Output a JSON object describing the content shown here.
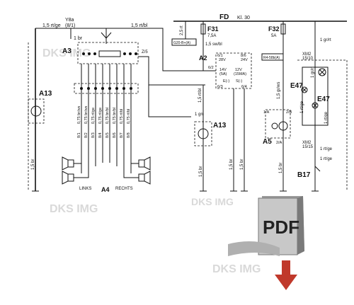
{
  "header": {
    "fuse_box": "FD",
    "kl": "Kl. 30"
  },
  "fuses": [
    {
      "id": "F31",
      "rating": "7,5A",
      "ref": "G20-B+(A)"
    },
    {
      "id": "F32",
      "rating": "5A",
      "ref": "R4-58b(A)"
    }
  ],
  "components": {
    "a3": "A3",
    "a13_left": "A13",
    "a13_mid": "A13",
    "a2": "A2",
    "a4": "A4",
    "a5": "A5",
    "e47_top": "E47",
    "e47_bot": "E47",
    "b17": "B17",
    "a3_pins": [
      "Y8a",
      "(8/1)",
      "Z/5"
    ]
  },
  "a2_pins": {
    "p1": "6/1",
    "p2": "8/6",
    "p3": "6/2",
    "p4": "6/3",
    "p5": "6/4",
    "v1": "14V",
    "v2": "(5A)",
    "v3": "12V",
    "v4": "(15MA)",
    "s1": "E(-)",
    "s2": "S(-)",
    "v5": "28V",
    "v6": "24V"
  },
  "a5_pins": {
    "p1": "1/A",
    "p2": "2/B",
    "p3": "2/A"
  },
  "wires": {
    "w1": "1,5 rt/ge",
    "w2": "1,5 rt/bl",
    "w3": "1 br",
    "w4": "2,5 rt",
    "w5": "1,5 sw/bl",
    "w6": "1 gn",
    "w7": "1,5 rt/bl",
    "w8": "1,5 br",
    "w9": "1,5 br",
    "w10": "1,5 br",
    "w11": "1,5 br",
    "w12": "1,5 gr/ws",
    "w13": "1 gr/rt",
    "w14": "1 gr/rt",
    "w15": "1 rt/ge",
    "w16": "1 rt/ge",
    "w17": "1 rt/ge",
    "w18": "1 rt/ge",
    "w19": "1,5 br"
  },
  "a3_wires": [
    "0,75 br/ws",
    "0,75 br/ws",
    "0,75 rt/ge",
    "0,75 rt/ge",
    "0,75 br/bl",
    "0,75 br/bl",
    "0,75 rt/bl",
    "0,75 rt/bl"
  ],
  "a3_labels": [
    "8/1",
    "8/2",
    "8/3",
    "8/4",
    "8/5",
    "8/6",
    "8/7",
    "8/8"
  ],
  "xm": {
    "xm2a": "XM2",
    "xm2a_pin": "15/10",
    "xm2b": "XM2",
    "xm2b_pin": "15/15"
  },
  "speakers": {
    "left": "LINKS",
    "right": "RECHTS"
  },
  "watermark": {
    "w1": "DKS IMG",
    "w2": "DKS IMG",
    "w3": "DKS IMG",
    "w4": "DKS IMG"
  },
  "pdf_icon": {
    "label": "PDF",
    "arrow_color": "#c0392b",
    "book_color": "#8a8a8a"
  }
}
